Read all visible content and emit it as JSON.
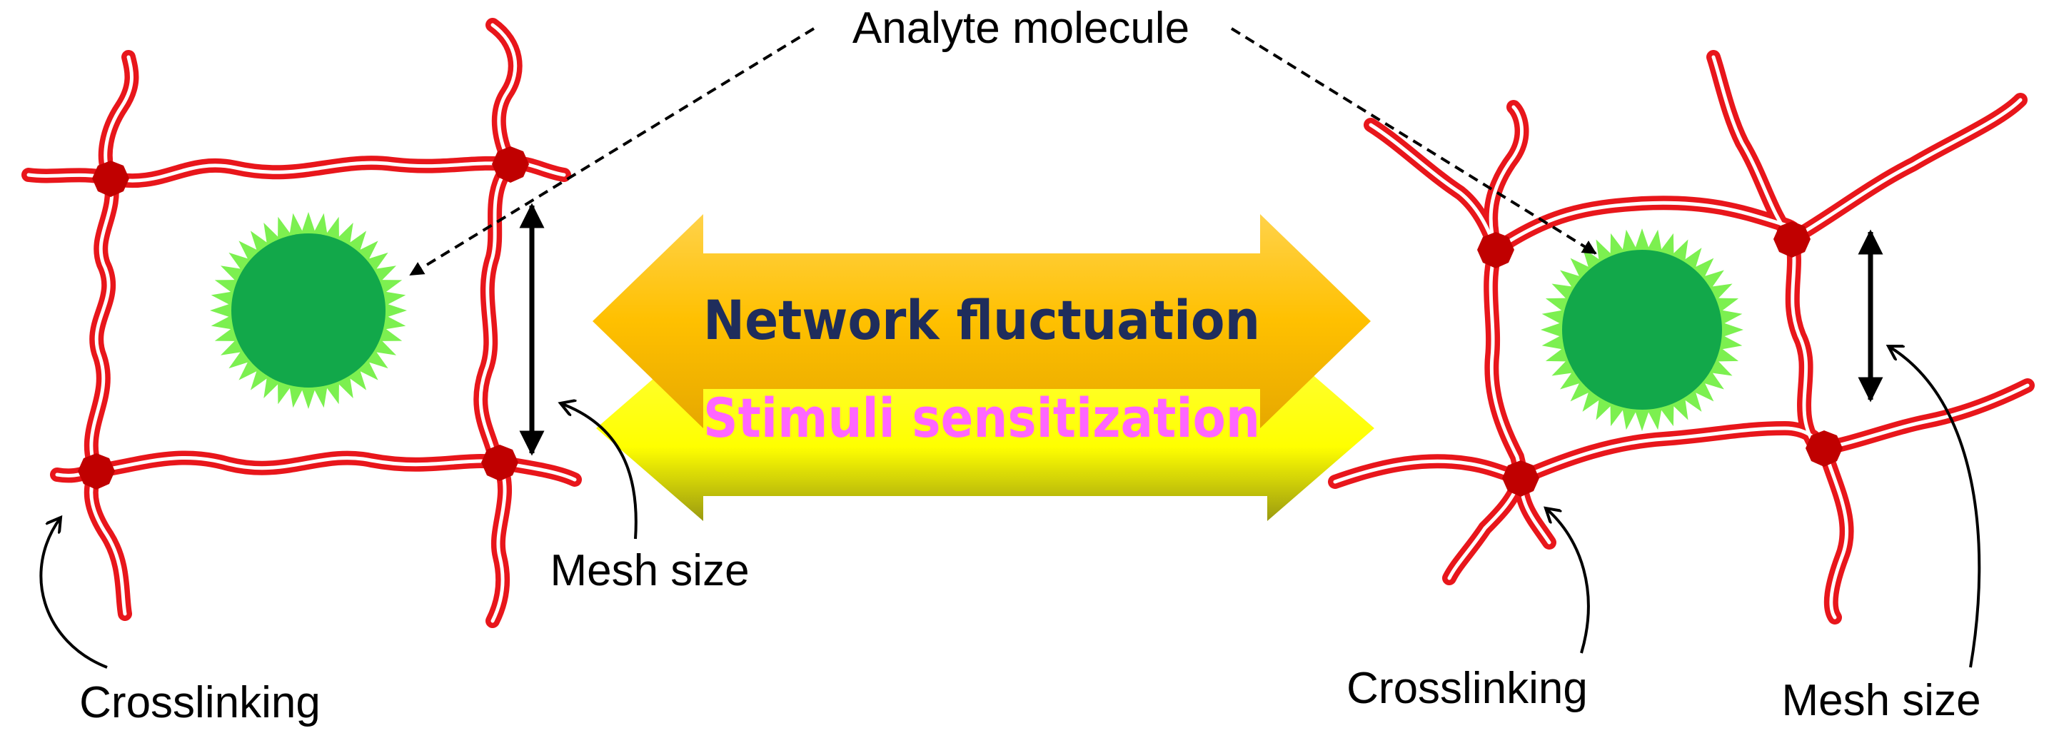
{
  "labels": {
    "analyte": "Analyte molecule",
    "network_fluctuation": "Network fluctuation",
    "stimuli_sensitization": "Stimuli sensitization",
    "mesh_size_left": "Mesh size",
    "mesh_size_right": "Mesh size",
    "crosslinking_left": "Crosslinking",
    "crosslinking_right": "Crosslinking"
  },
  "colors": {
    "chain": "#e8161b",
    "crosslink": "#c00000",
    "analyte_core": "#12a84a",
    "analyte_rim": "#7cf050",
    "top_arrow": "#ffc000",
    "bottom_arrow": "#ffff00",
    "network_text": "#1f2d5c",
    "stimuli_text": "#ff66ff"
  }
}
